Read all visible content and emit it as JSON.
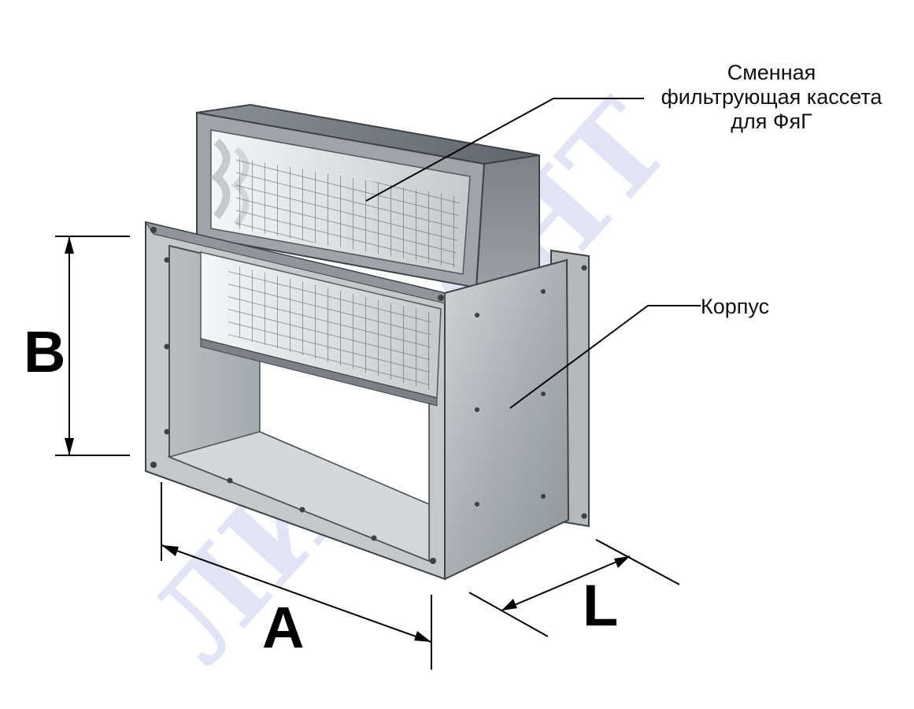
{
  "labels": {
    "cassette_line1": "Сменная",
    "cassette_line2": "фильтрующая кассета",
    "cassette_line3": "для ФяГ",
    "body": "Корпус"
  },
  "dimensions": {
    "a": "A",
    "b": "B",
    "l": "L"
  },
  "watermark": "ЛИССАНТ",
  "colors": {
    "metal_light": "#d9dde0",
    "metal_mid": "#a7adb2",
    "metal_dark": "#6e7479",
    "filter_media": "#eef0f2",
    "watermark": "#cdd3ee",
    "lines": "#000000"
  }
}
